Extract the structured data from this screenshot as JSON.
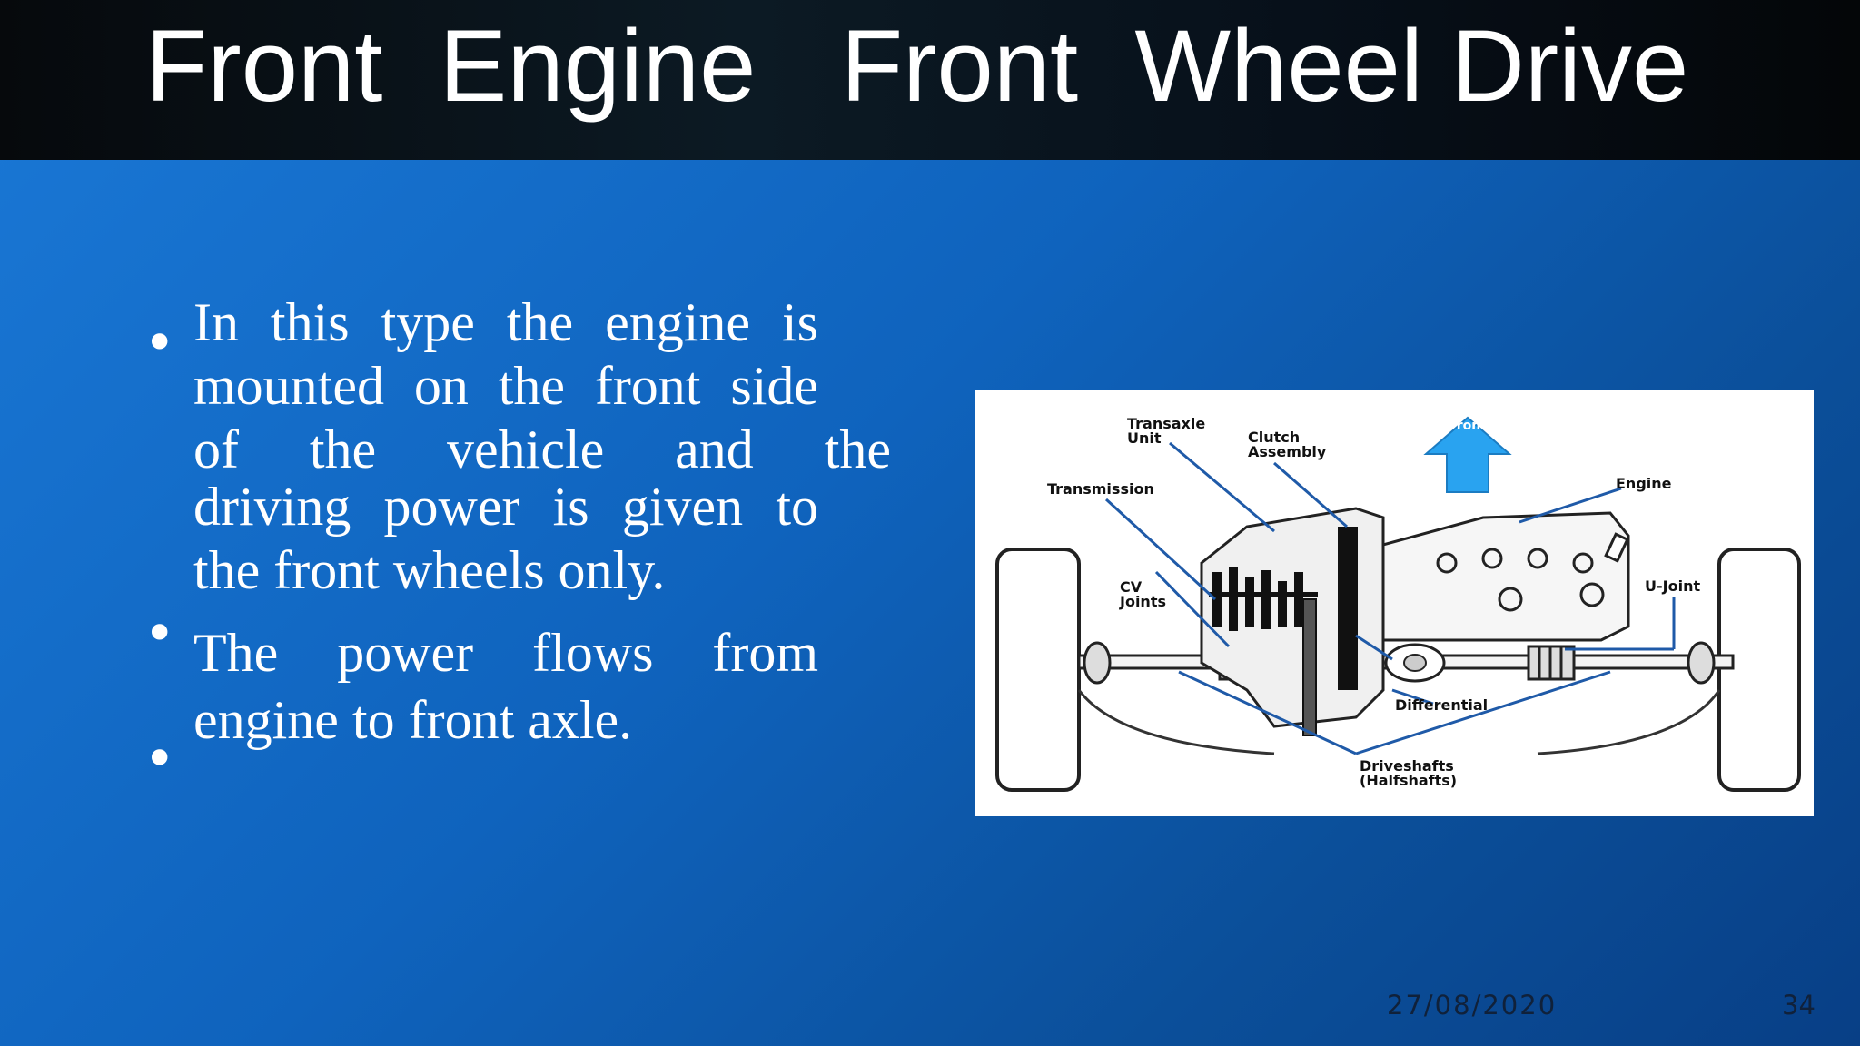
{
  "slide": {
    "title": "Front  Engine   Front  Wheel Drive",
    "bullets": [
      {
        "lines": [
          "In this type the engine is",
          "mounted on the front side",
          "of the vehicle and    the",
          "driving power is given to",
          "the front wheels only."
        ]
      },
      {
        "lines": [
          "The power flows from",
          "engine to front axle."
        ]
      }
    ],
    "bullet_symbol": "•",
    "footer": {
      "date": "27/08/2020",
      "page": "34"
    }
  },
  "diagram": {
    "labels": {
      "transaxle": [
        "Transaxle",
        "Unit"
      ],
      "clutch": [
        "Clutch",
        "Assembly"
      ],
      "front": "Front",
      "engine": "Engine",
      "transmission": "Transmission",
      "cv_joints": [
        "CV",
        "Joints"
      ],
      "u_joint": "U-Joint",
      "differential": "Differential",
      "driveshafts": [
        "Driveshafts",
        "(Halfshafts)"
      ]
    },
    "colors": {
      "leader": "#1f5aa8",
      "arrow": "#29a3f0"
    }
  }
}
